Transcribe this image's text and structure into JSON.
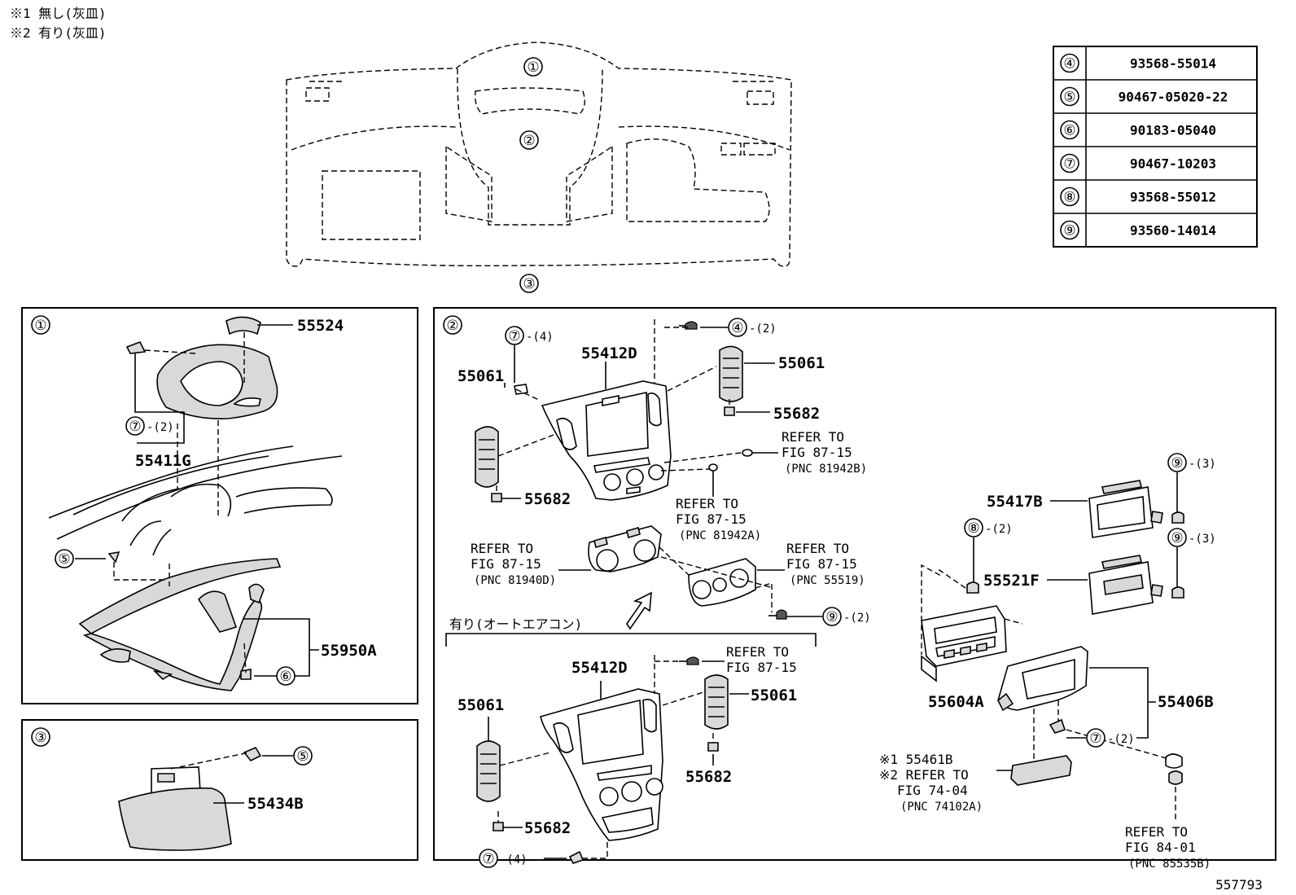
{
  "notes": [
    "※1  無し(灰皿)",
    "※2  有り(灰皿)"
  ],
  "figure_id": "557793",
  "legend_table": [
    {
      "num": "④",
      "part": "93568-55014"
    },
    {
      "num": "⑤",
      "part": "90467-05020-22"
    },
    {
      "num": "⑥",
      "part": "90183-05040"
    },
    {
      "num": "⑦",
      "part": "90467-10203"
    },
    {
      "num": "⑧",
      "part": "93568-55012"
    },
    {
      "num": "⑨",
      "part": "93560-14014"
    }
  ],
  "overview": {
    "c1": "①",
    "c2": "②",
    "c3": "③"
  },
  "panel1": {
    "title": "①",
    "p55524": "55524",
    "p55411g": "55411G",
    "c7": "⑦",
    "c7q": "-(2)",
    "c5": "⑤",
    "p55950a": "55950A",
    "c6": "⑥"
  },
  "panel3": {
    "title": "③",
    "c5": "⑤",
    "p55434b": "55434B"
  },
  "panel2": {
    "title": "②",
    "c7a": "⑦",
    "c7a_q": "-(4)",
    "p55412d_a": "55412D",
    "c4": "④",
    "c4_q": "-(2)",
    "p55061_a": "55061",
    "p55061_b": "55061",
    "p55682_a": "55682",
    "p55682_b": "55682",
    "ref1_l1": "REFER TO",
    "ref1_l2": "FIG 87-15",
    "ref1_l3": "(PNC 81942B)",
    "ref2_l1": "REFER TO",
    "ref2_l2": "FIG 87-15",
    "ref2_l3": "(PNC 81942A)",
    "ref3_l1": "REFER TO",
    "ref3_l2": "FIG 87-15",
    "ref3_l3": "(PNC 81940D)",
    "ref4_l1": "REFER TO",
    "ref4_l2": "FIG 87-15",
    "ref4_l3": "(PNC 55519)",
    "c9a": "⑨",
    "c9a_q": "-(2)",
    "auto_ac": "有り(オートエアコン)",
    "p55412d_b": "55412D",
    "ref5_l1": "REFER TO",
    "ref5_l2": "FIG 87-15",
    "p55061_c": "55061",
    "p55061_d": "55061",
    "p55682_c": "55682",
    "p55682_d": "55682",
    "c7b": "⑦",
    "c7b_q": "-(4)",
    "c9b": "⑨",
    "c9b_q": "-(3)",
    "p55417b": "55417B",
    "c9c": "⑨",
    "c9c_q": "-(3)",
    "p55521f": "55521F",
    "c8": "⑧",
    "c8_q": "-(2)",
    "p55604a": "55604A",
    "p55406b": "55406B",
    "c7c": "⑦",
    "c7c_q": "-(2)",
    "p55461b_l1": "※1 55461B",
    "p55461b_l2": "※2 REFER TO",
    "p55461b_l3": "FIG 74-04",
    "p55461b_l4": "(PNC 74102A)",
    "ref6_l1": "REFER TO",
    "ref6_l2": "FIG 84-01",
    "ref6_l3": "(PNC 85535B)"
  }
}
